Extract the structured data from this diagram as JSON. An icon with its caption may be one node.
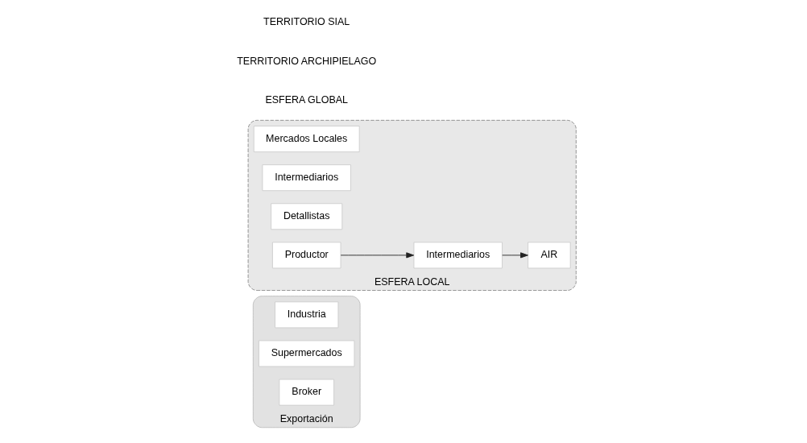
{
  "diagram": {
    "nodes": [
      {
        "text": [
          "Exportación"
        ]
      },
      {
        "text": [
          "Industria"
        ],
        "in": 0
      },
      {
        "text": [
          "Supermercados"
        ],
        "in": 0
      },
      {
        "text": [
          "Broker"
        ],
        "in": 0
      },
      {
        "text": [
          "ESFERA LOCAL"
        ]
      },
      {
        "text": [
          "Mercados Locales"
        ],
        "in": 4
      },
      {
        "text": [
          "Intermediarios"
        ],
        "in": 4
      },
      {
        "text": [
          "Detallistas"
        ],
        "in": 4
      },
      {
        "text": [
          "AIR"
        ],
        "in": 4
      },
      {
        "text": [
          "Intermediarios"
        ],
        "in": 4
      },
      {
        "text": [
          "Productor"
        ],
        "in": 4
      }
    ],
    "edges": [
      {
        "from": 10,
        "to": 9,
        "arrow": "to"
      },
      {
        "from": 9,
        "to": 8,
        "arrow": "to"
      }
    ],
    "labels": [
      "ESFERA GLOBAL",
      "TERRITORIO ARCHIPIELAGO",
      "TERRITORIO SIAL"
    ]
  }
}
